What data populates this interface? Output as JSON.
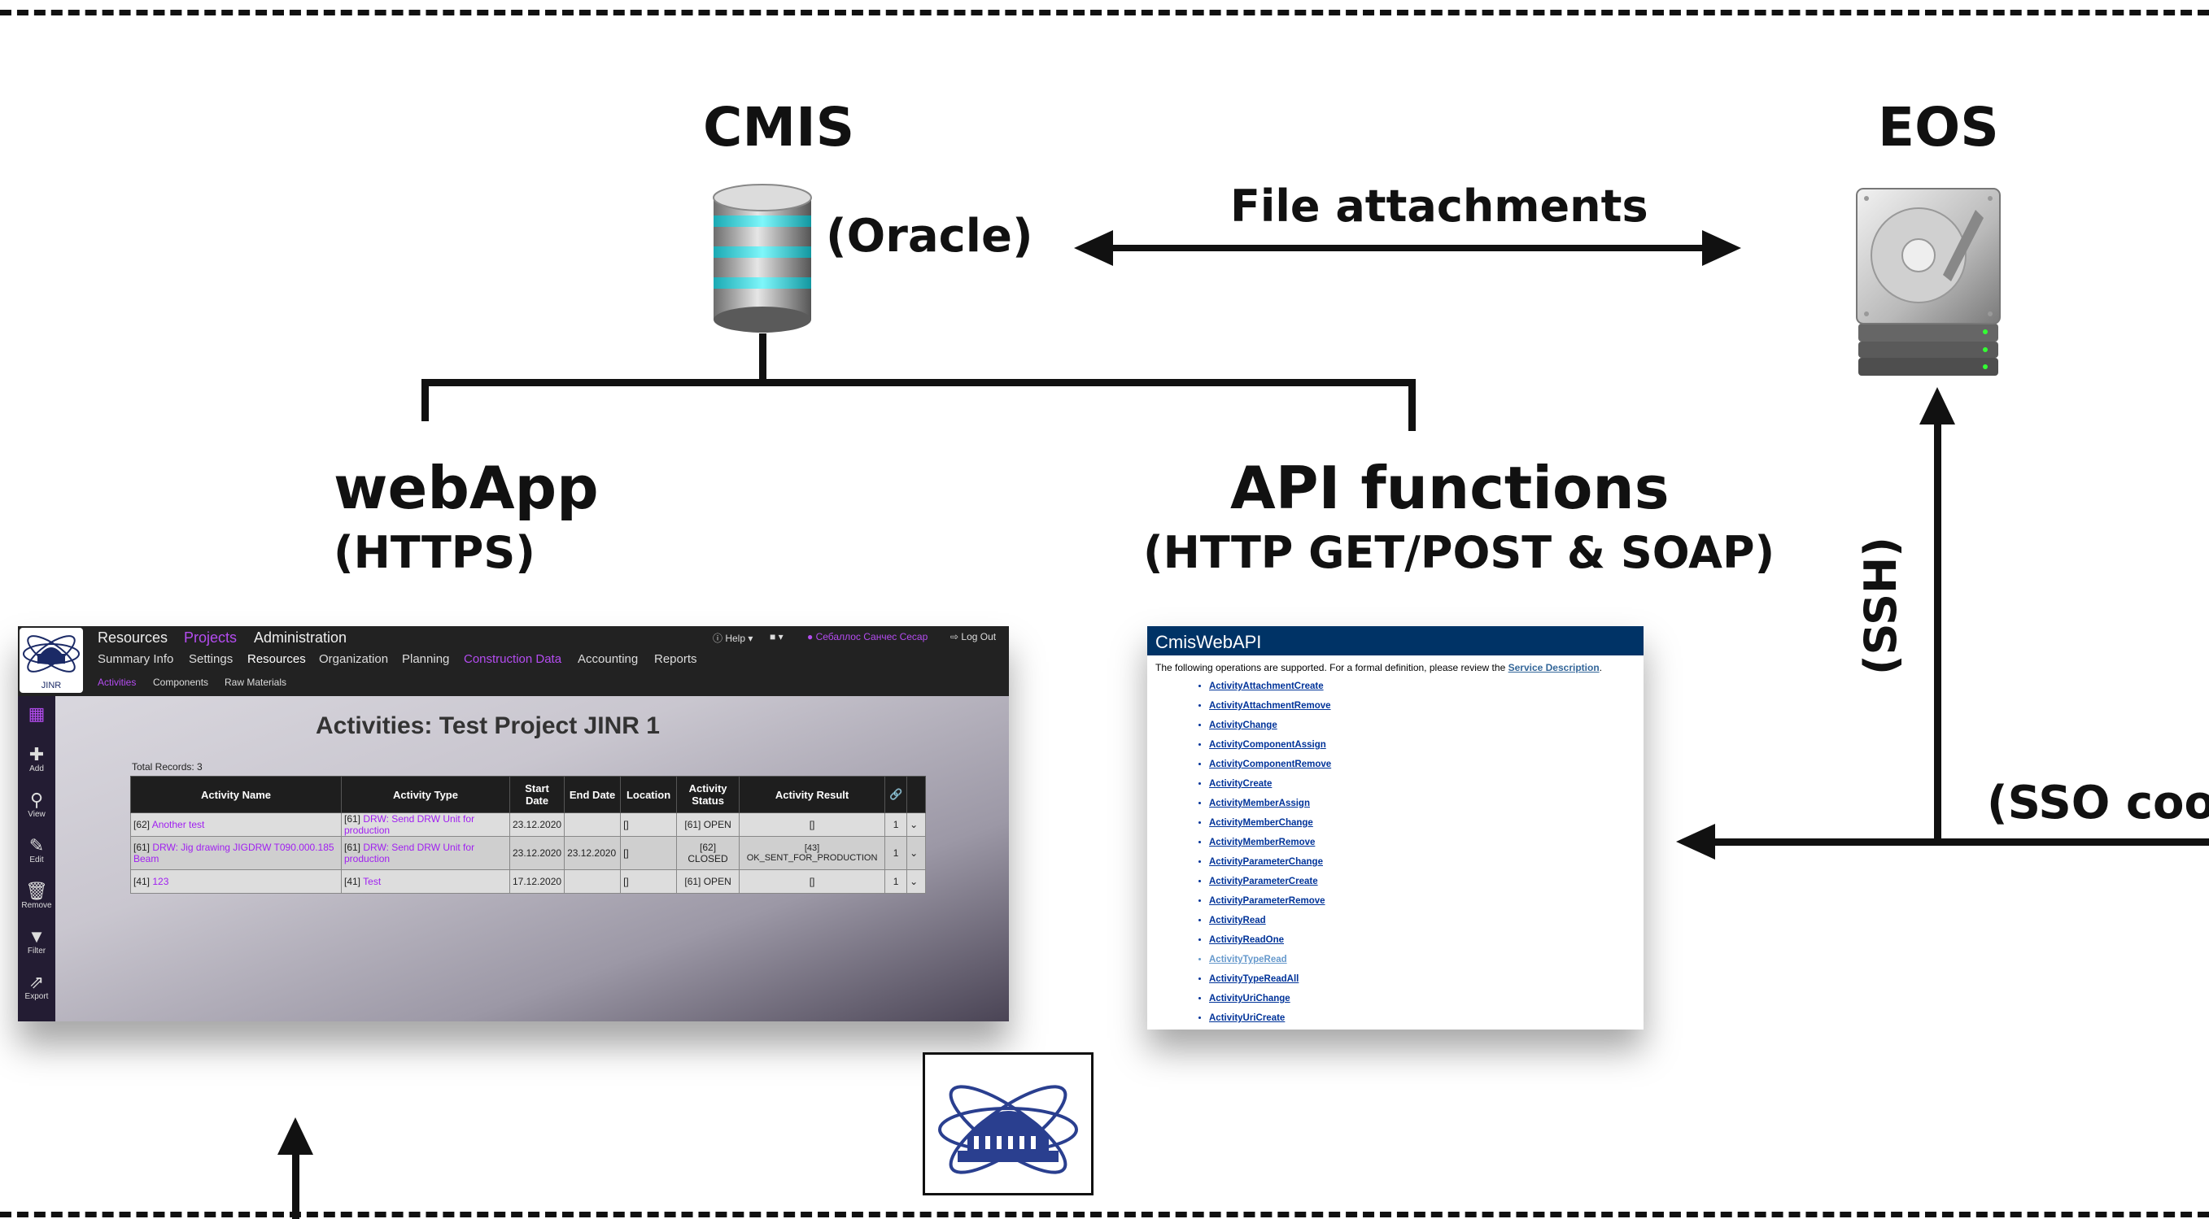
{
  "labels": {
    "cmis": "CMIS",
    "oracle": "(Oracle)",
    "eos": "EOS",
    "file_attachments": "File attachments",
    "webapp": "webApp",
    "webapp_proto": "(HTTPS)",
    "api": "API functions",
    "api_proto": "(HTTP GET/POST & SOAP)",
    "ssh": "(SSH)",
    "sso": "(SSO cook"
  },
  "icons": {
    "database": "database-icon",
    "harddrive": "hard-drive-icon",
    "jinr_logo": "jinr-logo-icon"
  },
  "colors": {
    "db_ring": "#3ee6ee",
    "api_header": "#003366",
    "webapp_accent": "#b44cf0"
  },
  "webapp": {
    "logo_text": "JINR",
    "nav1": [
      "Resources",
      "Projects",
      "Administration"
    ],
    "nav2": [
      "Summary Info",
      "Settings",
      "Resources",
      "Organization",
      "Planning",
      "Construction Data",
      "Accounting",
      "Reports"
    ],
    "nav3": [
      "Activities",
      "Components",
      "Raw Materials"
    ],
    "help": "Help",
    "user": "Себаллос Санчес Сесар",
    "logout": "Log Out",
    "sidebar": [
      "Add",
      "View",
      "Edit",
      "Remove",
      "Filter",
      "Export"
    ],
    "title": "Activities: Test Project JINR 1",
    "total": "Total Records: 3",
    "columns": [
      "Activity Name",
      "Activity Type",
      "Start Date",
      "End Date",
      "Location",
      "Activity Status",
      "Activity Result",
      "",
      ""
    ],
    "rows": [
      {
        "id": "[62]",
        "name": "Another test",
        "type_id": "[61]",
        "type": "DRW: Send DRW Unit for production",
        "start": "23.12.2020",
        "end": "",
        "location": "[]",
        "status": "[61] OPEN",
        "result": "[]",
        "count": "1"
      },
      {
        "id": "[61]",
        "name": "DRW: Jig drawing JIGDRW T090.000.185 Beam",
        "type_id": "[61]",
        "type": "DRW: Send DRW Unit for production",
        "start": "23.12.2020",
        "end": "23.12.2020",
        "location": "[]",
        "status": "[62] CLOSED",
        "result": "[43] OK_SENT_FOR_PRODUCTION",
        "count": "1"
      },
      {
        "id": "[41]",
        "name": "123",
        "type_id": "[41]",
        "type": "Test",
        "start": "17.12.2020",
        "end": "",
        "location": "[]",
        "status": "[61] OPEN",
        "result": "[]",
        "count": "1"
      }
    ]
  },
  "api": {
    "header": "CmisWebAPI",
    "intro": "The following operations are supported. For a formal definition, please review the",
    "intro_link": "Service Description",
    "intro_end": ".",
    "operations": [
      "ActivityAttachmentCreate",
      "ActivityAttachmentRemove",
      "ActivityChange",
      "ActivityComponentAssign",
      "ActivityComponentRemove",
      "ActivityCreate",
      "ActivityMemberAssign",
      "ActivityMemberChange",
      "ActivityMemberRemove",
      "ActivityParameterChange",
      "ActivityParameterCreate",
      "ActivityParameterRemove",
      "ActivityRead",
      "ActivityReadOne",
      "ActivityTypeRead",
      "ActivityTypeReadAll",
      "ActivityUriChange",
      "ActivityUriCreate"
    ]
  }
}
